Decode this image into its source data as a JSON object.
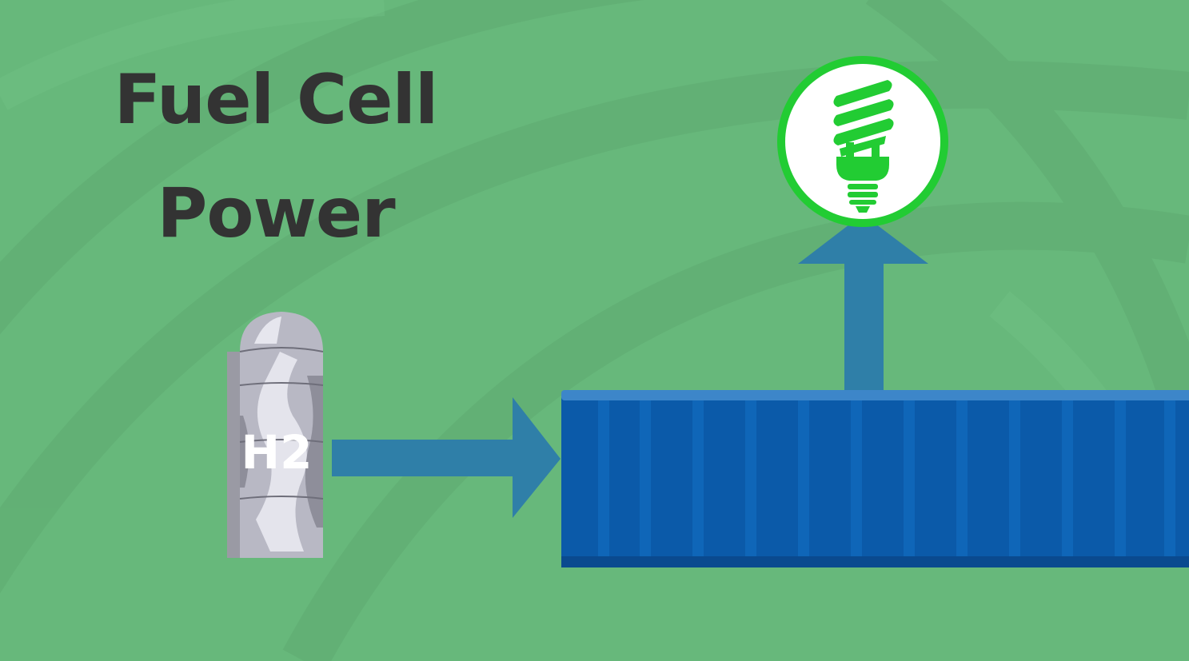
{
  "title": {
    "line1": "Fuel Cell",
    "line2": "Power"
  },
  "tank": {
    "label": "H2"
  },
  "colors": {
    "background": "#67b87b",
    "background_swirl": "#5fae73",
    "title_text": "#333333",
    "arrow": "#2f7fa8",
    "fuel_cell_body": "#0b5aa9",
    "fuel_cell_top": "#3d86c9",
    "fuel_cell_ribs": "#0f66b8",
    "bulb_ring": "#22cc33",
    "bulb_circle": "#ffffff",
    "bulb": "#22cc33",
    "tank_metal": "#b8b8c4"
  },
  "icons": [
    "hydrogen-tank-icon",
    "arrow-right-icon",
    "fuel-cell-stack-icon",
    "arrow-up-icon",
    "light-bulb-icon"
  ]
}
